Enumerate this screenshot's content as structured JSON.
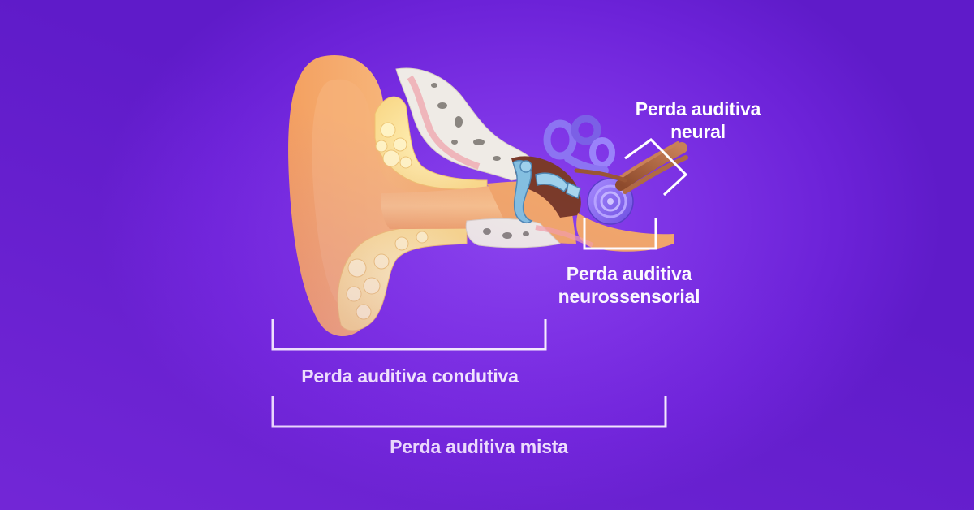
{
  "labels": {
    "neural": [
      "Perda auditiva",
      "neural"
    ],
    "neurossensorial": [
      "Perda auditiva",
      "neurossensorial"
    ],
    "condutiva": "Perda auditiva condutiva",
    "mista": "Perda auditiva mista"
  },
  "colors": {
    "background_center": "#8b45ef",
    "background_edge": "#5f1bc9",
    "skin": "#f4a866",
    "skin_light": "#f8c489",
    "fat": "#fbe39a",
    "bone": "#eeeae6",
    "cochlea": "#8b6cf0",
    "ossicles": "#7fb5d6",
    "nerve": "#a9623e",
    "bracket": "#ffffff"
  }
}
